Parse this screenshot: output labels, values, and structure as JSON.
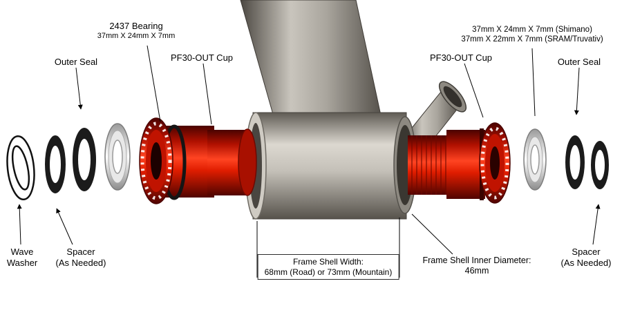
{
  "labels": {
    "bearing_left": {
      "title": "2437 Bearing",
      "sub": "37mm X 24mm X 7mm"
    },
    "outer_seal_left": "Outer Seal",
    "cup_left": "PF30-OUT Cup",
    "bearing_right": {
      "line1": "37mm X 24mm X 7mm (Shimano)",
      "line2": "37mm X 22mm X 7mm (SRAM/Truvativ)"
    },
    "cup_right": "PF30-OUT Cup",
    "outer_seal_right": "Outer Seal",
    "wave_washer": {
      "line1": "Wave",
      "line2": "Washer"
    },
    "spacer_left": {
      "line1": "Spacer",
      "line2": "(As Needed)"
    },
    "frame_shell_width": {
      "line1": "Frame Shell Width:",
      "line2": "68mm (Road) or 73mm (Mountain)"
    },
    "frame_inner_diameter": {
      "line1": "Frame Shell Inner Diameter:",
      "line2": "46mm"
    },
    "spacer_right": {
      "line1": "Spacer",
      "line2": "(As Needed)"
    }
  },
  "colors": {
    "cup_red": "#cc1500",
    "frame_gray": "#b3afa7",
    "seal_black": "#1b1b1b",
    "background": "#ffffff"
  }
}
